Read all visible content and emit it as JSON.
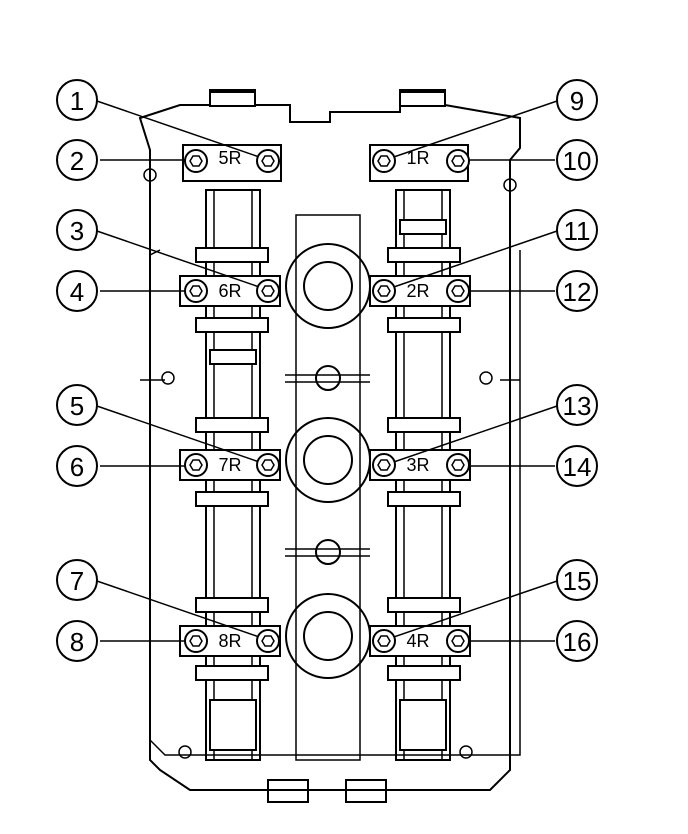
{
  "callouts": [
    {
      "id": "1",
      "label": "1"
    },
    {
      "id": "2",
      "label": "2"
    },
    {
      "id": "3",
      "label": "3"
    },
    {
      "id": "4",
      "label": "4"
    },
    {
      "id": "5",
      "label": "5"
    },
    {
      "id": "6",
      "label": "6"
    },
    {
      "id": "7",
      "label": "7"
    },
    {
      "id": "8",
      "label": "8"
    },
    {
      "id": "9",
      "label": "9"
    },
    {
      "id": "10",
      "label": "10"
    },
    {
      "id": "11",
      "label": "11"
    },
    {
      "id": "12",
      "label": "12"
    },
    {
      "id": "13",
      "label": "13"
    },
    {
      "id": "14",
      "label": "14"
    },
    {
      "id": "15",
      "label": "15"
    },
    {
      "id": "16",
      "label": "16"
    }
  ],
  "cap_labels": [
    {
      "id": "5R",
      "label": "5R"
    },
    {
      "id": "6R",
      "label": "6R"
    },
    {
      "id": "7R",
      "label": "7R"
    },
    {
      "id": "8R",
      "label": "8R"
    },
    {
      "id": "1R",
      "label": "1R"
    },
    {
      "id": "2R",
      "label": "2R"
    },
    {
      "id": "3R",
      "label": "3R"
    },
    {
      "id": "4R",
      "label": "4R"
    }
  ]
}
